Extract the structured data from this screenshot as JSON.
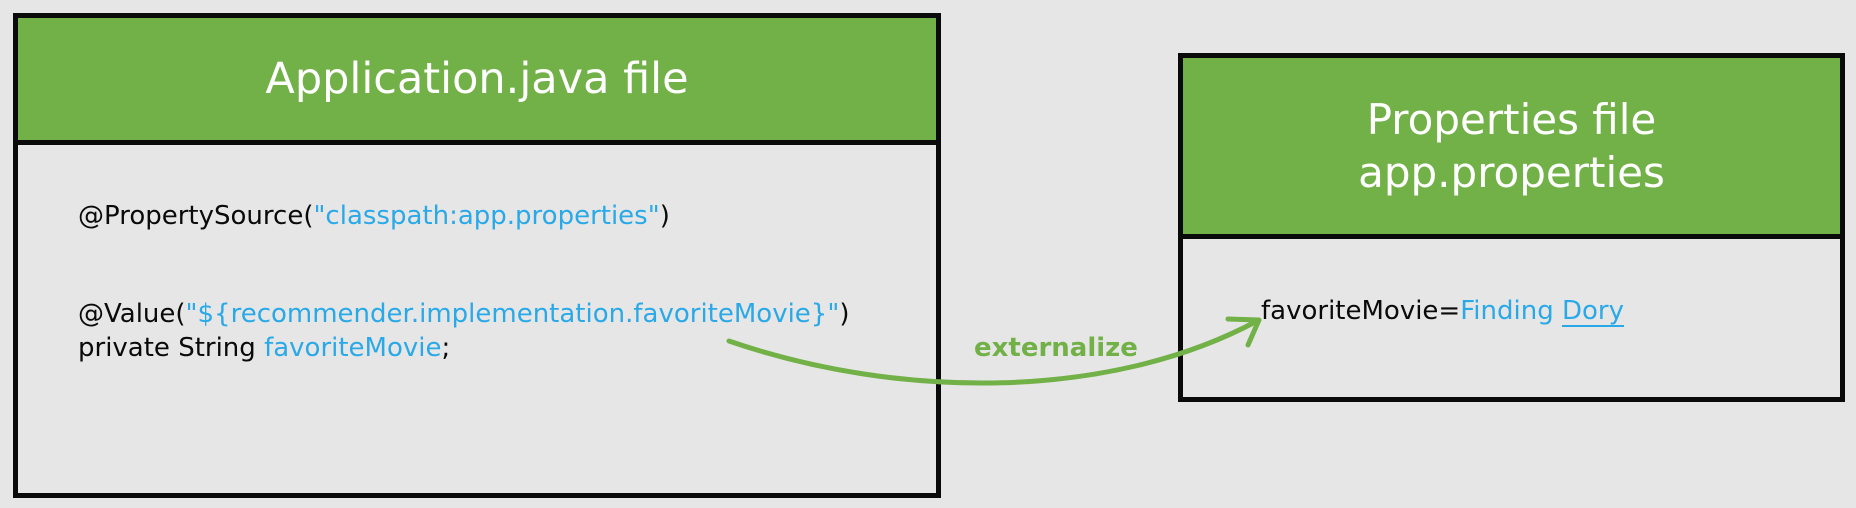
{
  "left_box": {
    "title": "Application.java file",
    "line1": {
      "prefix": "@PropertySource(",
      "value": "\"classpath:app.properties\"",
      "suffix": ")"
    },
    "line2": {
      "prefix": "@Value(",
      "value": "\"${recommender.implementation.favoriteMovie}\"",
      "suffix": ")"
    },
    "line3": {
      "prefix": "private String ",
      "value": "favoriteMovie",
      "suffix": ";"
    }
  },
  "right_box": {
    "title_line1": "Properties file",
    "title_line2": "app.properties",
    "property": {
      "key": "favoriteMovie=",
      "value_part1": "Finding ",
      "value_part2": "Dory"
    }
  },
  "arrow": {
    "label": "externalize"
  },
  "colors": {
    "header_green": "#72b147",
    "highlight_blue": "#2aa9e8",
    "border": "#0a0a0a",
    "background": "#e6e6e6"
  }
}
